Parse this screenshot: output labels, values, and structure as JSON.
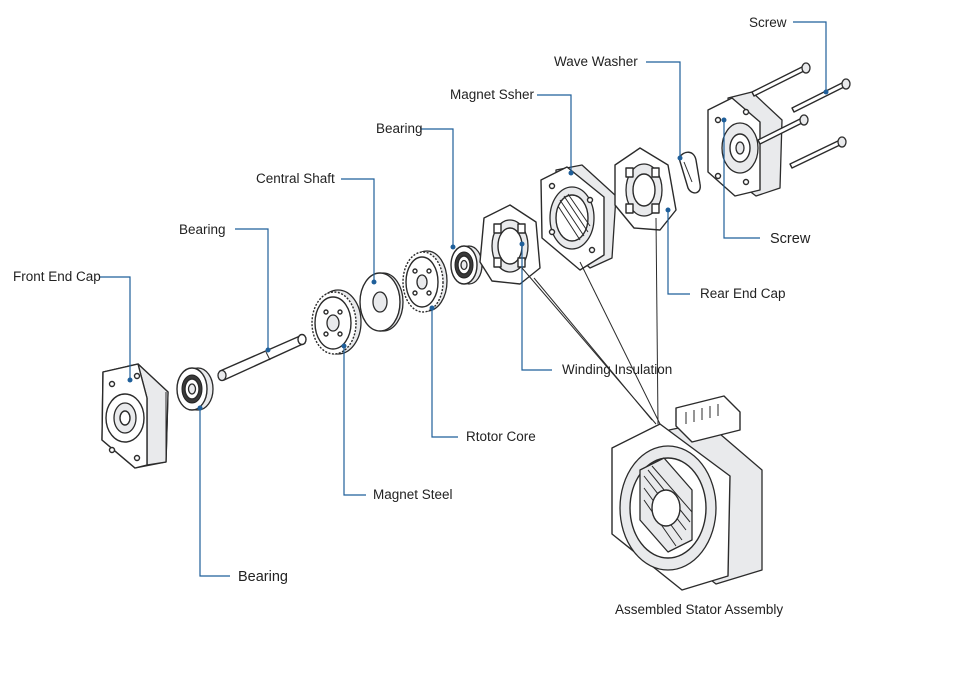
{
  "labels": {
    "screw_top": "Screw",
    "wave_washer": "Wave Washer",
    "magnet_ssher": "Magnet Ssher",
    "bearing_upper": "Bearing",
    "central_shaft": "Central Shaft",
    "bearing_left": "Bearing",
    "front_end_cap": "Front End Cap",
    "screw_right": "Screw",
    "rear_end_cap": "Rear End Cap",
    "winding_insulation": "Winding Insulation",
    "rotor_core": "Rtotor Core",
    "magnet_steel": "Magnet Steel",
    "bearing_bottom": "Bearing",
    "assembled_stator": "Assembled Stator Assembly"
  },
  "colors": {
    "leader": "#1f5f9a",
    "outline": "#2b2b2b",
    "shade": "#e9eaec"
  }
}
